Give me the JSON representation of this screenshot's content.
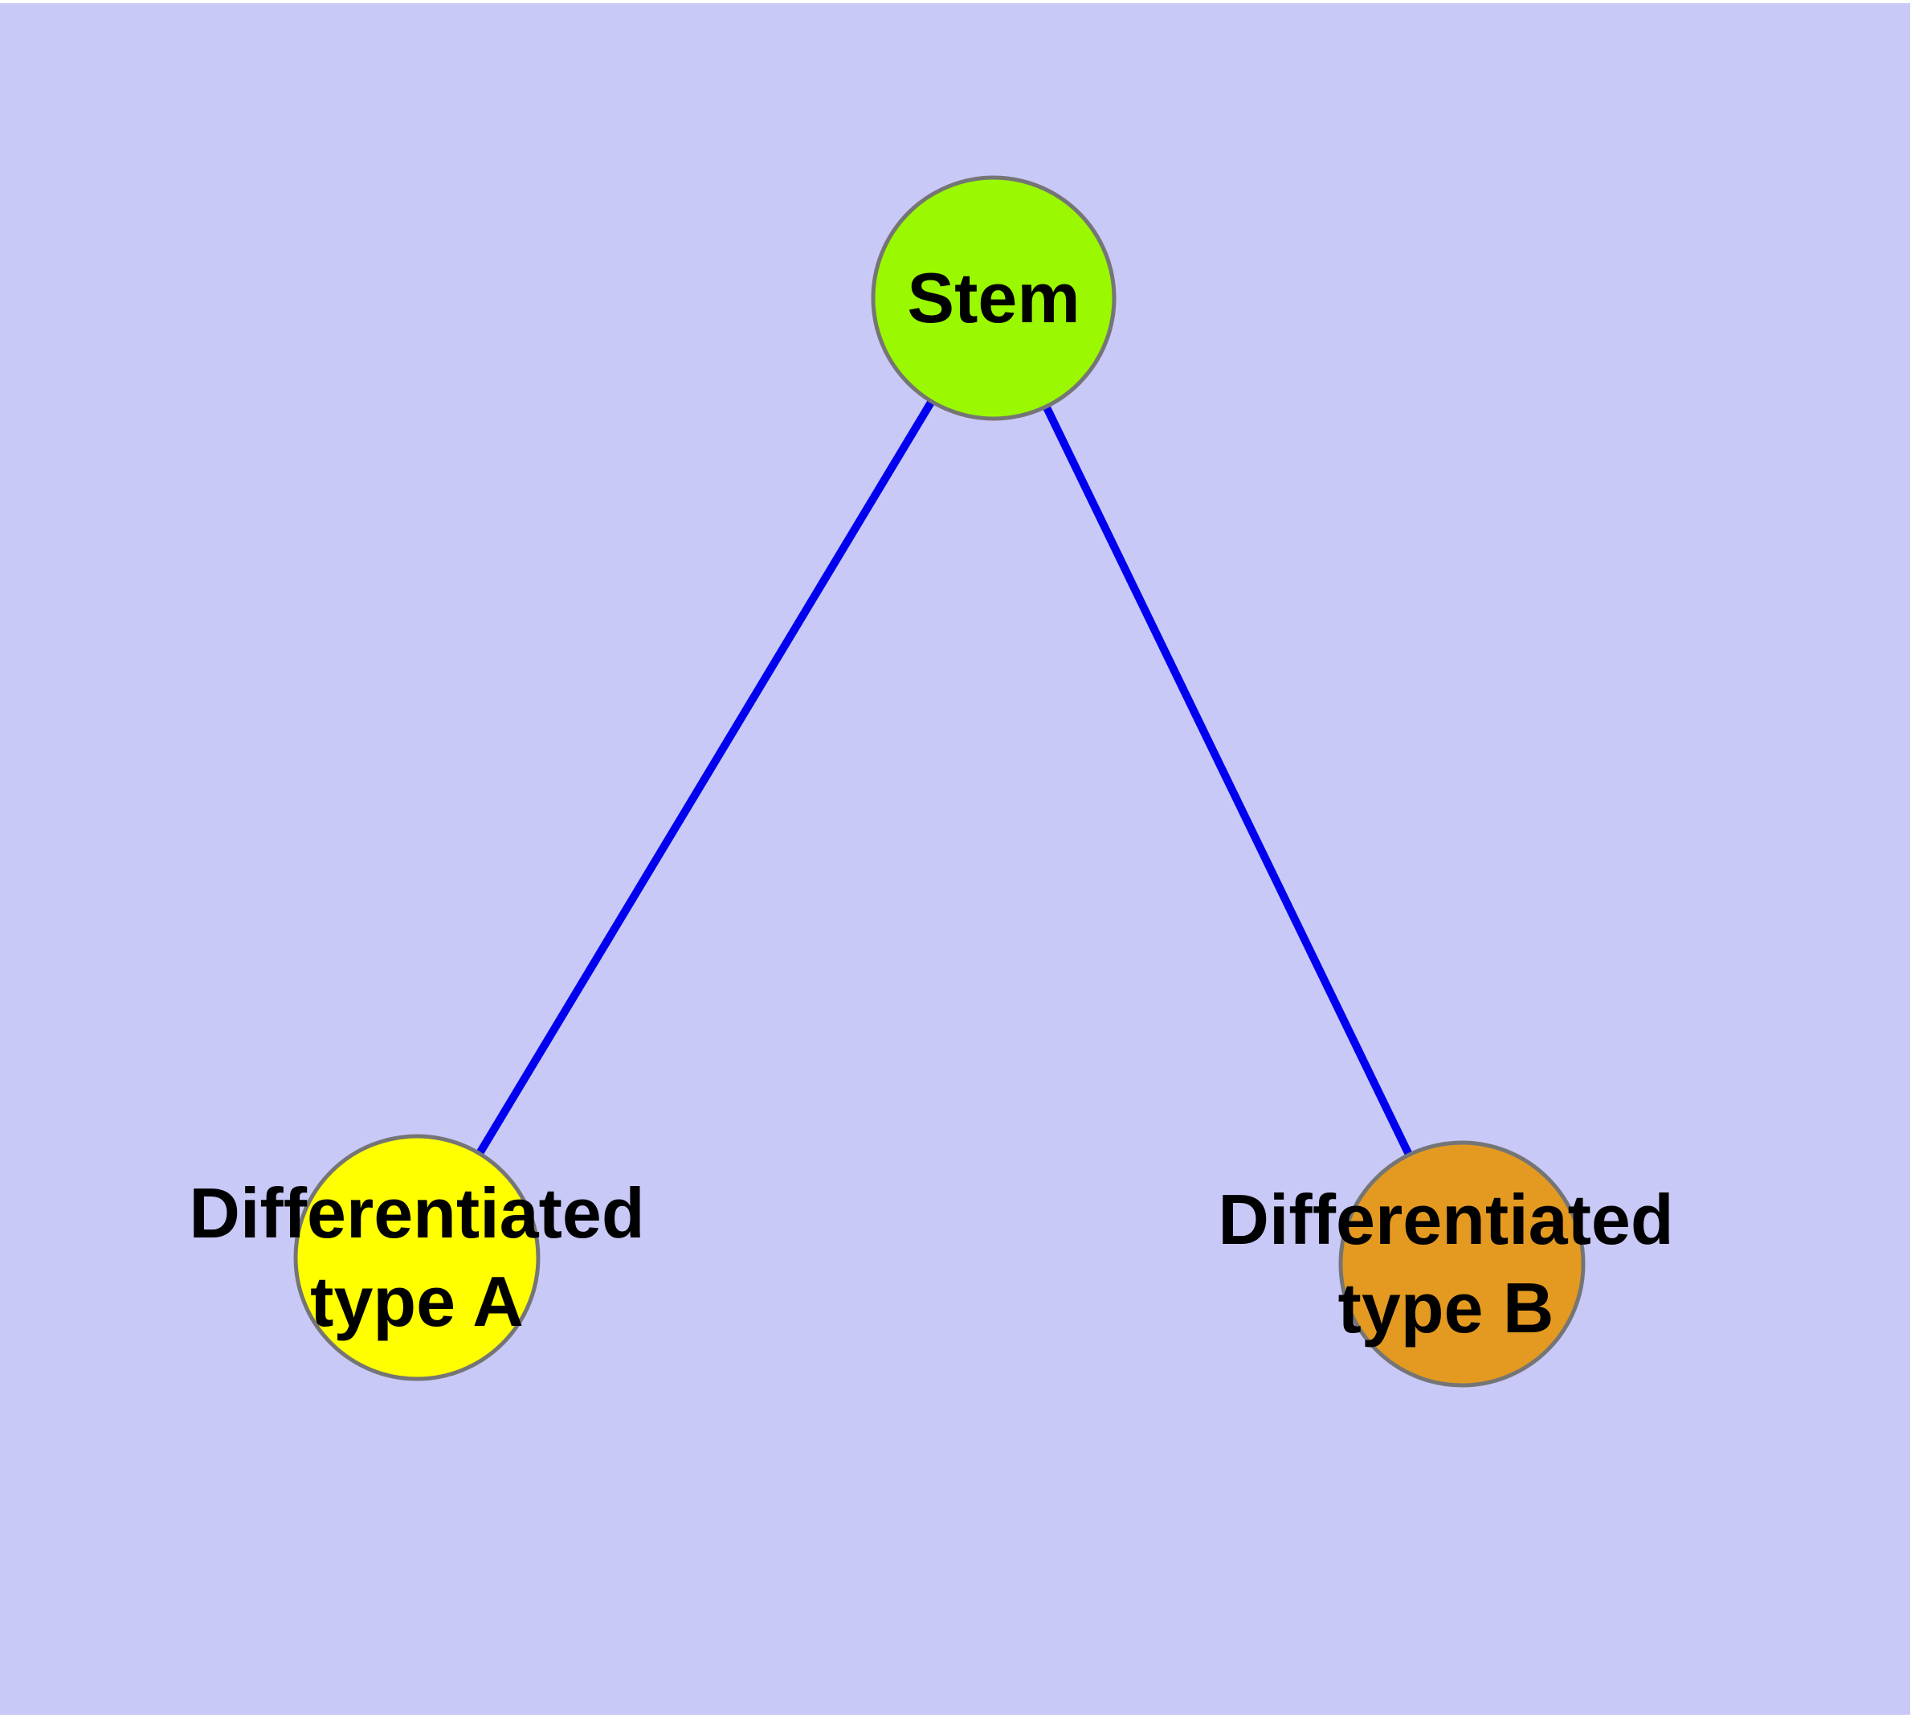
{
  "canvas": {
    "margin_color": "#ffffff",
    "background": "#c9c9f8"
  },
  "diagram": {
    "type": "node-link-graph",
    "node_border_color": "#757575",
    "edge_color": "#0000ee",
    "text_color": "#000000",
    "nodes": [
      {
        "id": "stem",
        "label": "Stem",
        "fill": "#9af800"
      },
      {
        "id": "differentiated-type-a",
        "label": "Differentiated type A",
        "label_line1": "Differentiated",
        "label_line2": "type A",
        "fill": "#ffff00"
      },
      {
        "id": "differentiated-type-b",
        "label": "Differentiated type B",
        "label_line1": "Differentiated",
        "label_line2": "type B",
        "fill": "#e49a21"
      }
    ],
    "edges": [
      {
        "from": "stem",
        "to": "differentiated-type-a"
      },
      {
        "from": "stem",
        "to": "differentiated-type-b"
      }
    ]
  }
}
